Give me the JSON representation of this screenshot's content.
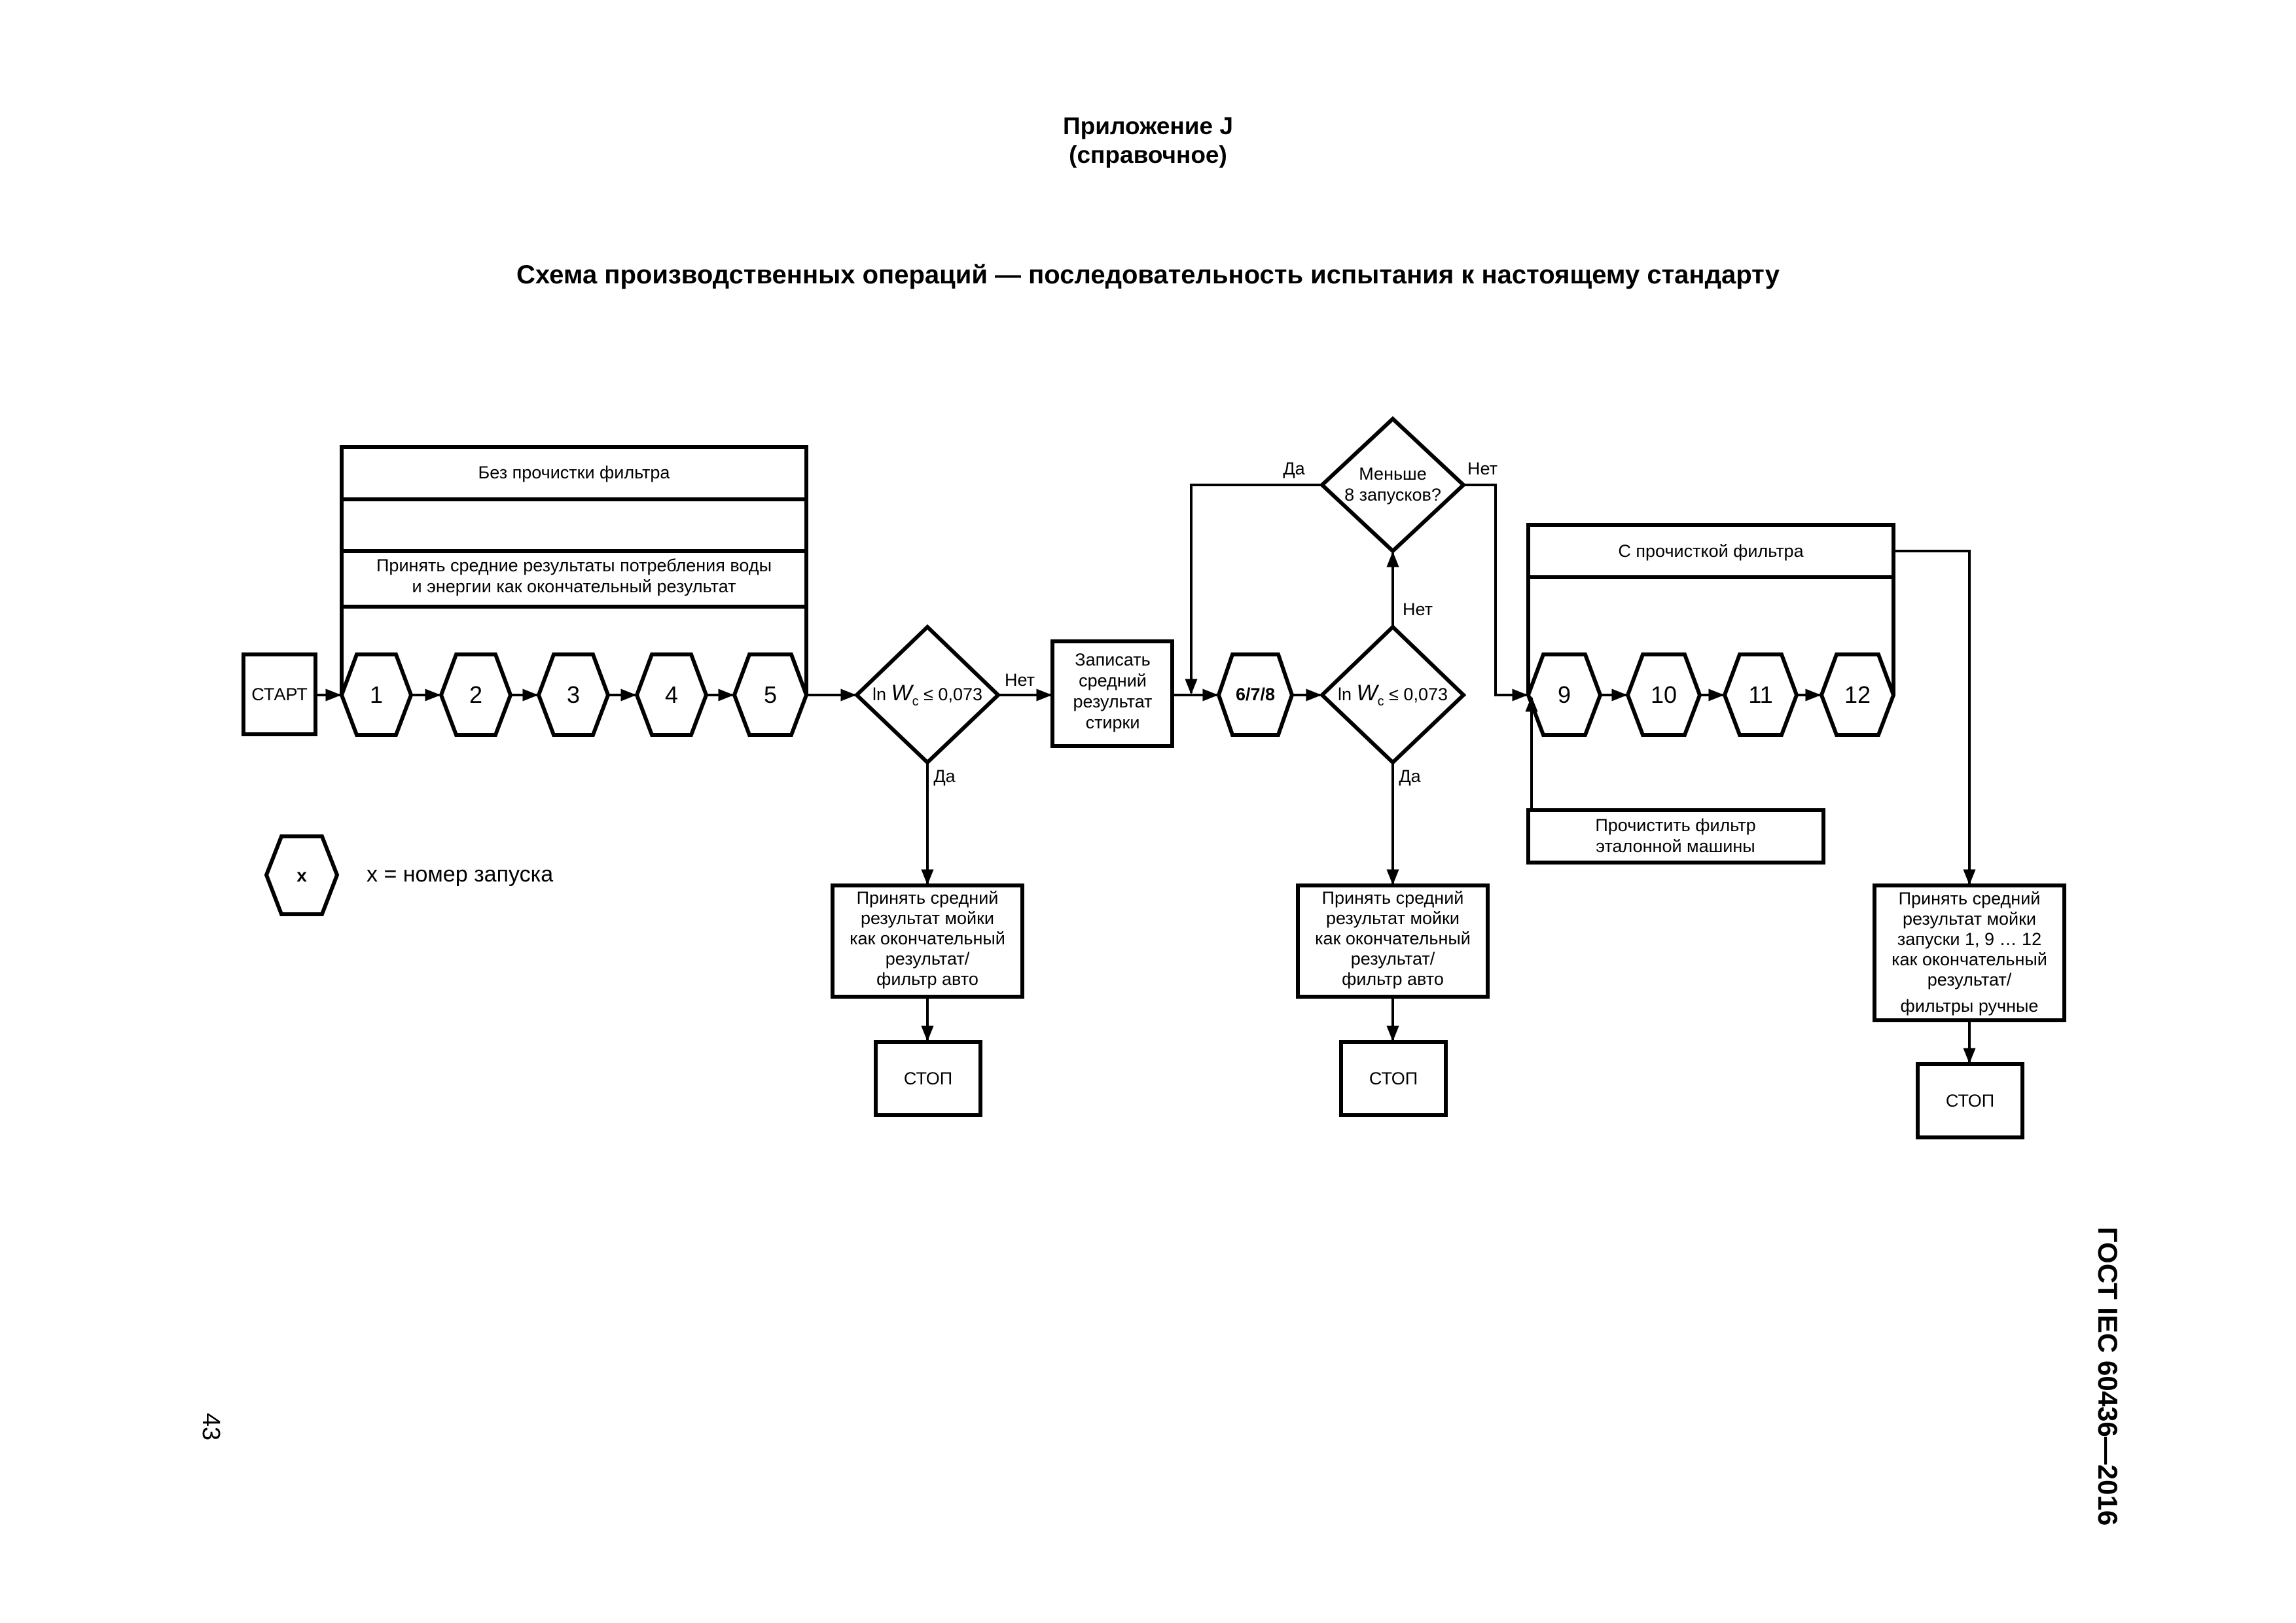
{
  "header": {
    "annex": "Приложение J",
    "annex_type": "(справочное)",
    "title": "Схема производственных операций — последовательность испытания к настоящему стандарту"
  },
  "footer": {
    "page_number": "43",
    "standard": "ГОСТ IEC 60436—2016"
  },
  "diagram": {
    "start": "СТАРТ",
    "runs_first": [
      "1",
      "2",
      "3",
      "4",
      "5"
    ],
    "top_box_title": "Без прочистки фильтра",
    "top_box_text": [
      "Принять средние результаты потребления воды",
      "и энергии как окончательный результат"
    ],
    "decision1": {
      "pre": "ln",
      "var": "W",
      "sub": "c",
      "cond": " ≤ 0,073"
    },
    "no": "Нет",
    "yes": "Да",
    "record_box": [
      "Записать",
      "средний",
      "результат",
      "стирки"
    ],
    "run_678": "6/7/8",
    "decision2": {
      "pre": "ln",
      "var": "W",
      "sub": "c",
      "cond": " ≤ 0,073"
    },
    "decision3": [
      "Меньше",
      "8 запусков?"
    ],
    "filter_box_title": "С прочисткой фильтра",
    "runs_second": [
      "9",
      "10",
      "11",
      "12"
    ],
    "clean_filter_box": [
      "Прочистить фильтр",
      "эталонной машины"
    ],
    "accept_auto_1": [
      "Принять средний",
      "результат мойки",
      "как окончательный",
      "результат/",
      "фильтр авто"
    ],
    "accept_auto_2": [
      "Принять средний",
      "результат мойки",
      "как окончательный",
      "результат/",
      "фильтр авто"
    ],
    "accept_manual": [
      "Принять средний",
      "результат мойки",
      "запуски 1, 9 … 12",
      "как окончательный",
      "результат/",
      "фильтры ручные"
    ],
    "stop": "СТОП",
    "legend_symbol": "x",
    "legend_text": "x = номер запуска"
  }
}
